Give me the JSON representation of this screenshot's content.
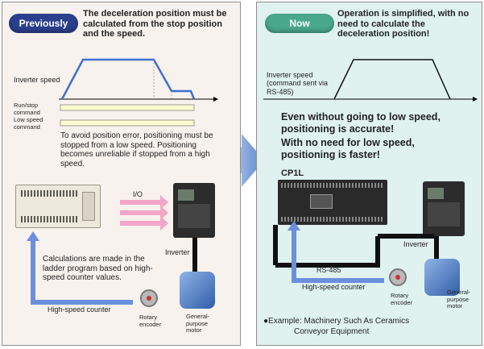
{
  "left": {
    "badge": "Previously",
    "headline": "The deceleration position must be calculated from the stop position and the speed.",
    "inverter_speed": "Inverter speed",
    "run_stop_command": "Run/stop command",
    "low_speed_command": "Low speed command",
    "note": "To avoid position error, positioning must be stopped from a low speed. Positioning becomes unreliable if stopped from a high speed.",
    "io_label": "I/O",
    "inverter_label": "Inverter",
    "calc_note": "Calculations are made in the ladder program based on high-speed counter values.",
    "hs_counter": "High-speed counter",
    "rotary_encoder": "Rotary encoder",
    "motor": "General-purpose motor"
  },
  "right": {
    "badge": "Now",
    "headline": "Operation is simplified, with no need to calculate the deceleration position!",
    "inverter_speed": "Inverter speed (command sent via RS-485)",
    "big_message_1": "Even without going to low speed, positioning is accurate!",
    "big_message_2": "With no need for low speed, positioning is faster!",
    "plc_label": "CP1L",
    "inverter_label": "Inverter",
    "rs485": "RS-485",
    "hs_counter": "High-speed counter",
    "rotary_encoder": "Rotary encoder",
    "motor": "General-purpose motor",
    "example_line1": "●Example: Machinery Such As Ceramics",
    "example_line2": "Conveyor Equipment"
  },
  "colors": {
    "badge_previously": "#2b3f8c",
    "badge_now": "#4aa88a",
    "profile_blue": "#3f6fd0",
    "command_bar": "#fffbd0",
    "io_arrow": "#f4a6c8",
    "feedback_arrow": "#6c8fdc",
    "center_arrow": "#6b96d8"
  }
}
